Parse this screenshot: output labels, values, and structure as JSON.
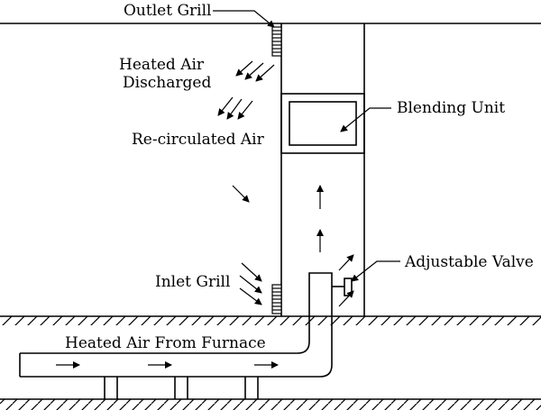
{
  "labels": {
    "outlet_grill": "Outlet Grill",
    "heated_air_discharged_line1": "Heated Air",
    "heated_air_discharged_line2": "Discharged",
    "blending_unit": "Blending Unit",
    "recirculated_air": "Re-circulated Air",
    "inlet_grill": "Inlet Grill",
    "adjustable_valve": "Adjustable Valve",
    "heated_air_from_furnace": "Heated Air From Furnace"
  },
  "colors": {
    "ink": "#000000",
    "background": "#ffffff"
  }
}
